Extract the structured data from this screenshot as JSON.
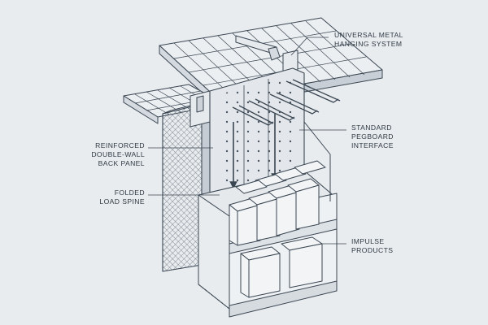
{
  "diagram": {
    "background_color": "#e9ecef",
    "line_color": "#3a4652",
    "panel_fill": "#d9dde2",
    "box_fill": "#f1f3f5",
    "labels": {
      "hanging_system": "UNIVERSAL METAL\nHANGING SYSTEM",
      "pegboard": "STANDARD\nPEGBOARD\nINTERFACE",
      "back_panel": "REINFORCED\nDOUBLE-WALL\nBACK PANEL",
      "load_spine": "FOLDED\nLOAD SPINE",
      "impulse": "IMPULSE\nPRODUCTS"
    }
  }
}
